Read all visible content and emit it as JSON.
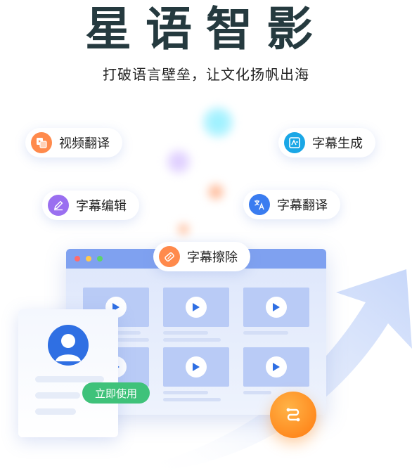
{
  "header": {
    "title": "星语智影",
    "subtitle": "打破语言壁垒，让文化扬帆出海"
  },
  "features": [
    {
      "label": "视频翻译",
      "icon": "video-translate-icon",
      "color": "#ff8a4c"
    },
    {
      "label": "字幕生成",
      "icon": "subtitle-generate-icon",
      "color": "#1aa7e6"
    },
    {
      "label": "字幕编辑",
      "icon": "pencil-icon",
      "color": "#9a6ff0"
    },
    {
      "label": "字幕翻译",
      "icon": "translate-icon",
      "color": "#3a7cf0"
    },
    {
      "label": "字幕擦除",
      "icon": "eraser-icon",
      "color": "#ff8a4c"
    }
  ],
  "card": {
    "cta_label": "立即使用"
  },
  "colors": {
    "accent_blue": "#7fa1f0",
    "cta_green": "#3fc27a",
    "orange": "#ff8a1f"
  }
}
